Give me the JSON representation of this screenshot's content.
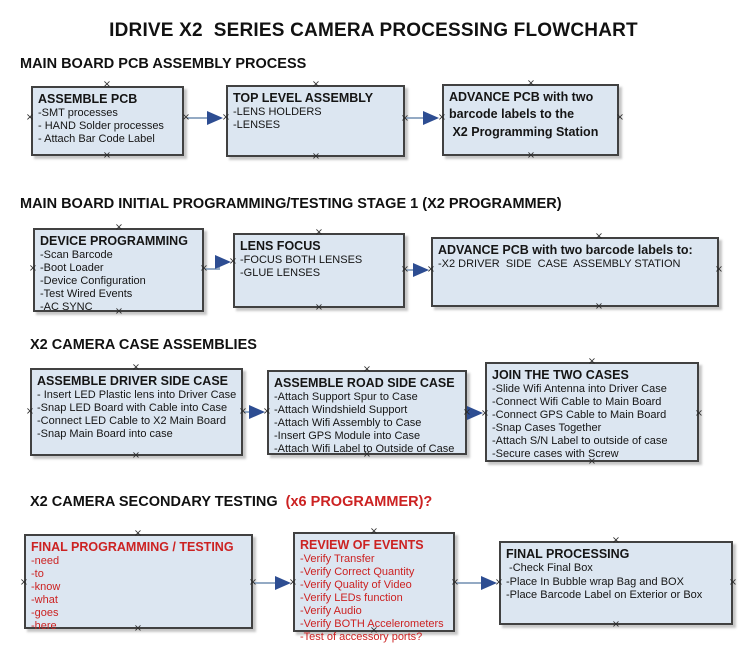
{
  "title": "IDRIVE X2  SERIES CAMERA PROCESSING FLOWCHART",
  "colors": {
    "box_fill": "#dce6f1",
    "box_border": "#414141",
    "red_accent": "#cc2222",
    "arrow_line": "#94aac4",
    "arrow_head": "#2d4d92",
    "text": "#151515"
  },
  "sections": [
    {
      "heading": "MAIN BOARD PCB ASSEMBLY PROCESS",
      "heading_red": "",
      "boxes": [
        {
          "title": "ASSEMBLE PCB",
          "items": [
            "-SMT processes",
            "- HAND Solder processes",
            "- Attach Bar Code Label"
          ]
        },
        {
          "title": "TOP LEVEL ASSEMBLY",
          "items": [
            "-LENS HOLDERS",
            "-LENSES"
          ]
        },
        {
          "title": "ADVANCE PCB with two",
          "items": [
            "barcode labels to the",
            " X2 Programming Station"
          ]
        }
      ]
    },
    {
      "heading": "MAIN BOARD INITIAL PROGRAMMING/TESTING STAGE 1 (X2 PROGRAMMER)",
      "heading_red": "",
      "boxes": [
        {
          "title": "DEVICE PROGRAMMING",
          "items": [
            "-Scan Barcode",
            "-Boot Loader",
            "-Device Configuration",
            "-Test Wired Events",
            "-AC SYNC"
          ]
        },
        {
          "title": "LENS FOCUS",
          "items": [
            "-FOCUS BOTH LENSES",
            "-GLUE LENSES"
          ]
        },
        {
          "title": "ADVANCE PCB with two barcode labels to:",
          "items": [
            "-X2 DRIVER  SIDE  CASE  ASSEMBLY STATION"
          ]
        }
      ]
    },
    {
      "heading": "X2 CAMERA CASE ASSEMBLIES",
      "heading_red": "",
      "boxes": [
        {
          "title": "ASSEMBLE DRIVER SIDE CASE",
          "items": [
            "- Insert LED Plastic lens into Driver Case",
            "-Snap LED Board with Cable into Case",
            "-Connect LED Cable to X2 Main Board",
            "-Snap Main Board into case"
          ]
        },
        {
          "title": "ASSEMBLE ROAD SIDE CASE",
          "items": [
            "-Attach Support Spur to Case",
            "-Attach Windshield Support",
            "-Attach Wifi Assembly to Case",
            "-Insert GPS Module into Case",
            "-Attach Wifi Label to Outside of Case"
          ]
        },
        {
          "title": "JOIN THE TWO CASES",
          "items": [
            "-Slide Wifi Antenna into Driver Case",
            "-Connect Wifi Cable to Main Board",
            "-Connect GPS Cable to Main Board",
            "-Snap Cases Together",
            "-Attach S/N Label to outside of case",
            "-Secure cases with Screw"
          ]
        }
      ]
    },
    {
      "heading": "X2 CAMERA SECONDARY TESTING ",
      "heading_red": " (x6 PROGRAMMER)?",
      "boxes": [
        {
          "title": "FINAL PROGRAMMING / TESTING",
          "items": [
            "-need",
            "-to",
            "-know",
            "-what",
            "-goes",
            "-here"
          ]
        },
        {
          "title": "REVIEW OF EVENTS",
          "items": [
            "-Verify Transfer",
            "-Verify Correct Quantity",
            "-Verify Quality of Video",
            "-Verify LEDs function",
            "-Verify Audio",
            "-Verify BOTH Accelerometers",
            "-Test of accessory ports?"
          ]
        },
        {
          "title": "FINAL PROCESSING",
          "items": [
            " -Check Final Box",
            "-Place In Bubble wrap Bag and BOX",
            "-Place Barcode Label on Exterior or Box"
          ]
        }
      ]
    }
  ]
}
